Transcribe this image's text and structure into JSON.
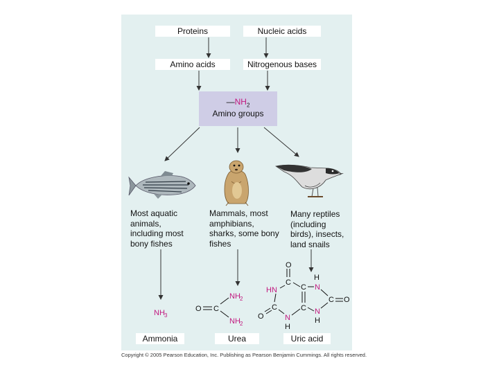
{
  "boxes": {
    "proteins": "Proteins",
    "nucleic_acids": "Nucleic acids",
    "amino_acids": "Amino acids",
    "nitrogenous_bases": "Nitrogenous bases",
    "ammonia": "Ammonia",
    "urea": "Urea",
    "uric_acid": "Uric acid"
  },
  "amino_group": {
    "formula_dash": "—",
    "formula_nh": "NH",
    "formula_sub": "2",
    "label": "Amino groups"
  },
  "descriptions": {
    "aquatic": "Most aquatic\nanimals,\nincluding most\nbony fishes",
    "mammals": "Mammals, most\namphibians,\nsharks, some bony\nfishes",
    "reptiles": "Many reptiles\n(including\nbirds), insects,\nland snails"
  },
  "chem": {
    "nh3": "NH",
    "nh3_sub": "3",
    "o": "O",
    "c": "C",
    "n": "N",
    "h": "H",
    "hn": "HN",
    "nh2": "NH",
    "nh2_sub": "2"
  },
  "icons": [
    "fish-icon",
    "prairie-dog-icon",
    "bird-icon"
  ],
  "colors": {
    "panel": "#e3f0f0",
    "amino_box": "#cfcde6",
    "nitrogen": "#c2197f"
  },
  "copyright": "Copyright © 2005 Pearson Education, Inc. Publishing as Pearson Benjamin Cummings. All rights reserved."
}
